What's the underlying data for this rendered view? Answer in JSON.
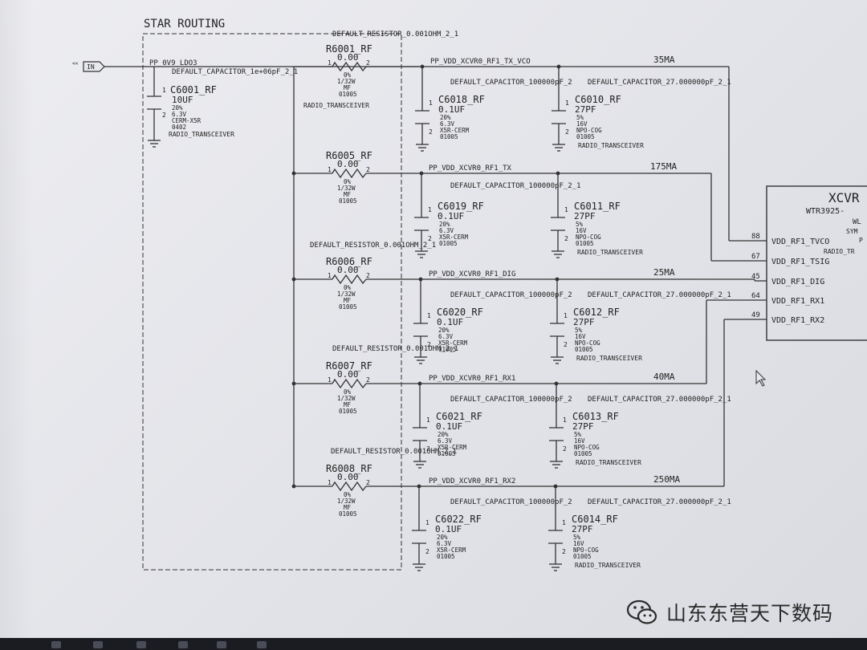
{
  "frame": {
    "title": "STAR ROUTING"
  },
  "input": {
    "port": "IN",
    "net": "PP_0V9_LDO3",
    "cap_note": "DEFAULT_CAPACITOR_1e+06pF_2_1"
  },
  "c6001": {
    "ref": "C6001_RF",
    "val": "10UF",
    "tol": "20%",
    "volt": "6.3V",
    "die": "CERM-X5R",
    "pkg": "0402",
    "grp": "RADIO_TRANSCEIVER"
  },
  "resistor_notes": [
    "DEFAULT_RESISTOR_0.001OHM_2_1",
    "DEFAULT_RESISTOR_0.001OHM_2_1",
    "DEFAULT_RESISTOR_0.001OHM_2_1",
    "DEFAULT_RESISTOR_0.001OHM_2_1"
  ],
  "rows": [
    {
      "res": "R6001_RF",
      "rval": "0.00",
      "rtol": "0%",
      "rpwr": "1/32W",
      "rmf": "MF",
      "rpkg": "01005",
      "rgrp": "RADIO_TRANSCEIVER",
      "net": "PP_VDD_XCVR0_RF1_TX_VCO",
      "current": "35MA",
      "cnote1": "DEFAULT_CAPACITOR_100000pF_2",
      "cnote2": "DEFAULT_CAPACITOR_27.000000pF_2_1",
      "ca": "C6018_RF",
      "cav": "0.1UF",
      "cat": "20%",
      "cavv": "6.3V",
      "cad": "X5R-CERM",
      "cap": "01005",
      "cb": "C6010_RF",
      "cbv": "27PF",
      "cbt": "5%",
      "cbvv": "16V",
      "cbd": "NPO-COG",
      "cbp": "01005",
      "cbg": "RADIO_TRANSCEIVER"
    },
    {
      "res": "R6005_RF",
      "rval": "0.00",
      "rtol": "0%",
      "rpwr": "1/32W",
      "rmf": "MF",
      "rpkg": "01005",
      "rgrp": "",
      "net": "PP_VDD_XCVR0_RF1_TX",
      "current": "175MA",
      "cnote1": "DEFAULT_CAPACITOR_100000pF_2_1",
      "cnote2": "",
      "ca": "C6019_RF",
      "cav": "0.1UF",
      "cat": "20%",
      "cavv": "6.3V",
      "cad": "X5R-CERM",
      "cap": "01005",
      "cb": "C6011_RF",
      "cbv": "27PF",
      "cbt": "5%",
      "cbvv": "16V",
      "cbd": "NPO-COG",
      "cbp": "01005",
      "cbg": "RADIO_TRANSCEIVER"
    },
    {
      "res": "R6006_RF",
      "rval": "0.00",
      "rtol": "0%",
      "rpwr": "1/32W",
      "rmf": "MF",
      "rpkg": "01005",
      "rgrp": "",
      "net": "PP_VDD_XCVR0_RF1_DIG",
      "current": "25MA",
      "cnote1": "DEFAULT_CAPACITOR_100000pF_2",
      "cnote2": "DEFAULT_CAPACITOR_27.000000pF_2_1",
      "ca": "C6020_RF",
      "cav": "0.1UF",
      "cat": "20%",
      "cavv": "6.3V",
      "cad": "X5R-CERM",
      "cap": "01005",
      "cb": "C6012_RF",
      "cbv": "27PF",
      "cbt": "5%",
      "cbvv": "16V",
      "cbd": "NPO-COG",
      "cbp": "01005",
      "cbg": "RADIO_TRANSCEIVER"
    },
    {
      "res": "R6007_RF",
      "rval": "0.00",
      "rtol": "0%",
      "rpwr": "1/32W",
      "rmf": "MF",
      "rpkg": "01005",
      "rgrp": "",
      "net": "PP_VDD_XCVR0_RF1_RX1",
      "current": "40MA",
      "cnote1": "DEFAULT_CAPACITOR_100000pF_2",
      "cnote2": "DEFAULT_CAPACITOR_27.000000pF_2_1",
      "ca": "C6021_RF",
      "cav": "0.1UF",
      "cat": "20%",
      "cavv": "6.3V",
      "cad": "X5R-CERM",
      "cap": "01005",
      "cb": "C6013_RF",
      "cbv": "27PF",
      "cbt": "5%",
      "cbvv": "16V",
      "cbd": "NPO-COG",
      "cbp": "01005",
      "cbg": "RADIO_TRANSCEIVER"
    },
    {
      "res": "R6008_RF",
      "rval": "0.00",
      "rtol": "0%",
      "rpwr": "1/32W",
      "rmf": "MF",
      "rpkg": "01005",
      "rgrp": "",
      "net": "PP_VDD_XCVR0_RF1_RX2",
      "current": "250MA",
      "cnote1": "DEFAULT_CAPACITOR_100000pF_2",
      "cnote2": "DEFAULT_CAPACITOR_27.000000pF_2_1",
      "ca": "C6022_RF",
      "cav": "0.1UF",
      "cat": "20%",
      "cavv": "6.3V",
      "cad": "X5R-CERM",
      "cap": "01005",
      "cb": "C6014_RF",
      "cbv": "27PF",
      "cbt": "5%",
      "cbvv": "16V",
      "cbd": "NPO-COG",
      "cbp": "01005",
      "cbg": "RADIO_TRANSCEIVER"
    }
  ],
  "chip": {
    "title": "XCVR",
    "part": "WTR3925-",
    "sub1": "WL",
    "sub2": "SYM",
    "sub3": "P",
    "sub4": "RADIO_TR",
    "pins": [
      {
        "num": "88",
        "name": "VDD_RF1_TVCO"
      },
      {
        "num": "67",
        "name": "VDD_RF1_TSIG"
      },
      {
        "num": "45",
        "name": "VDD_RF1_DIG"
      },
      {
        "num": "64",
        "name": "VDD_RF1_RX1"
      },
      {
        "num": "49",
        "name": "VDD_RF1_RX2"
      }
    ]
  },
  "watermark": {
    "text": "山东东营天下数码",
    "icon": "wechat-icon"
  },
  "colors": {
    "ink": "#222222",
    "paper": "#e8e9ee",
    "taskbar": "#1b1c22"
  }
}
